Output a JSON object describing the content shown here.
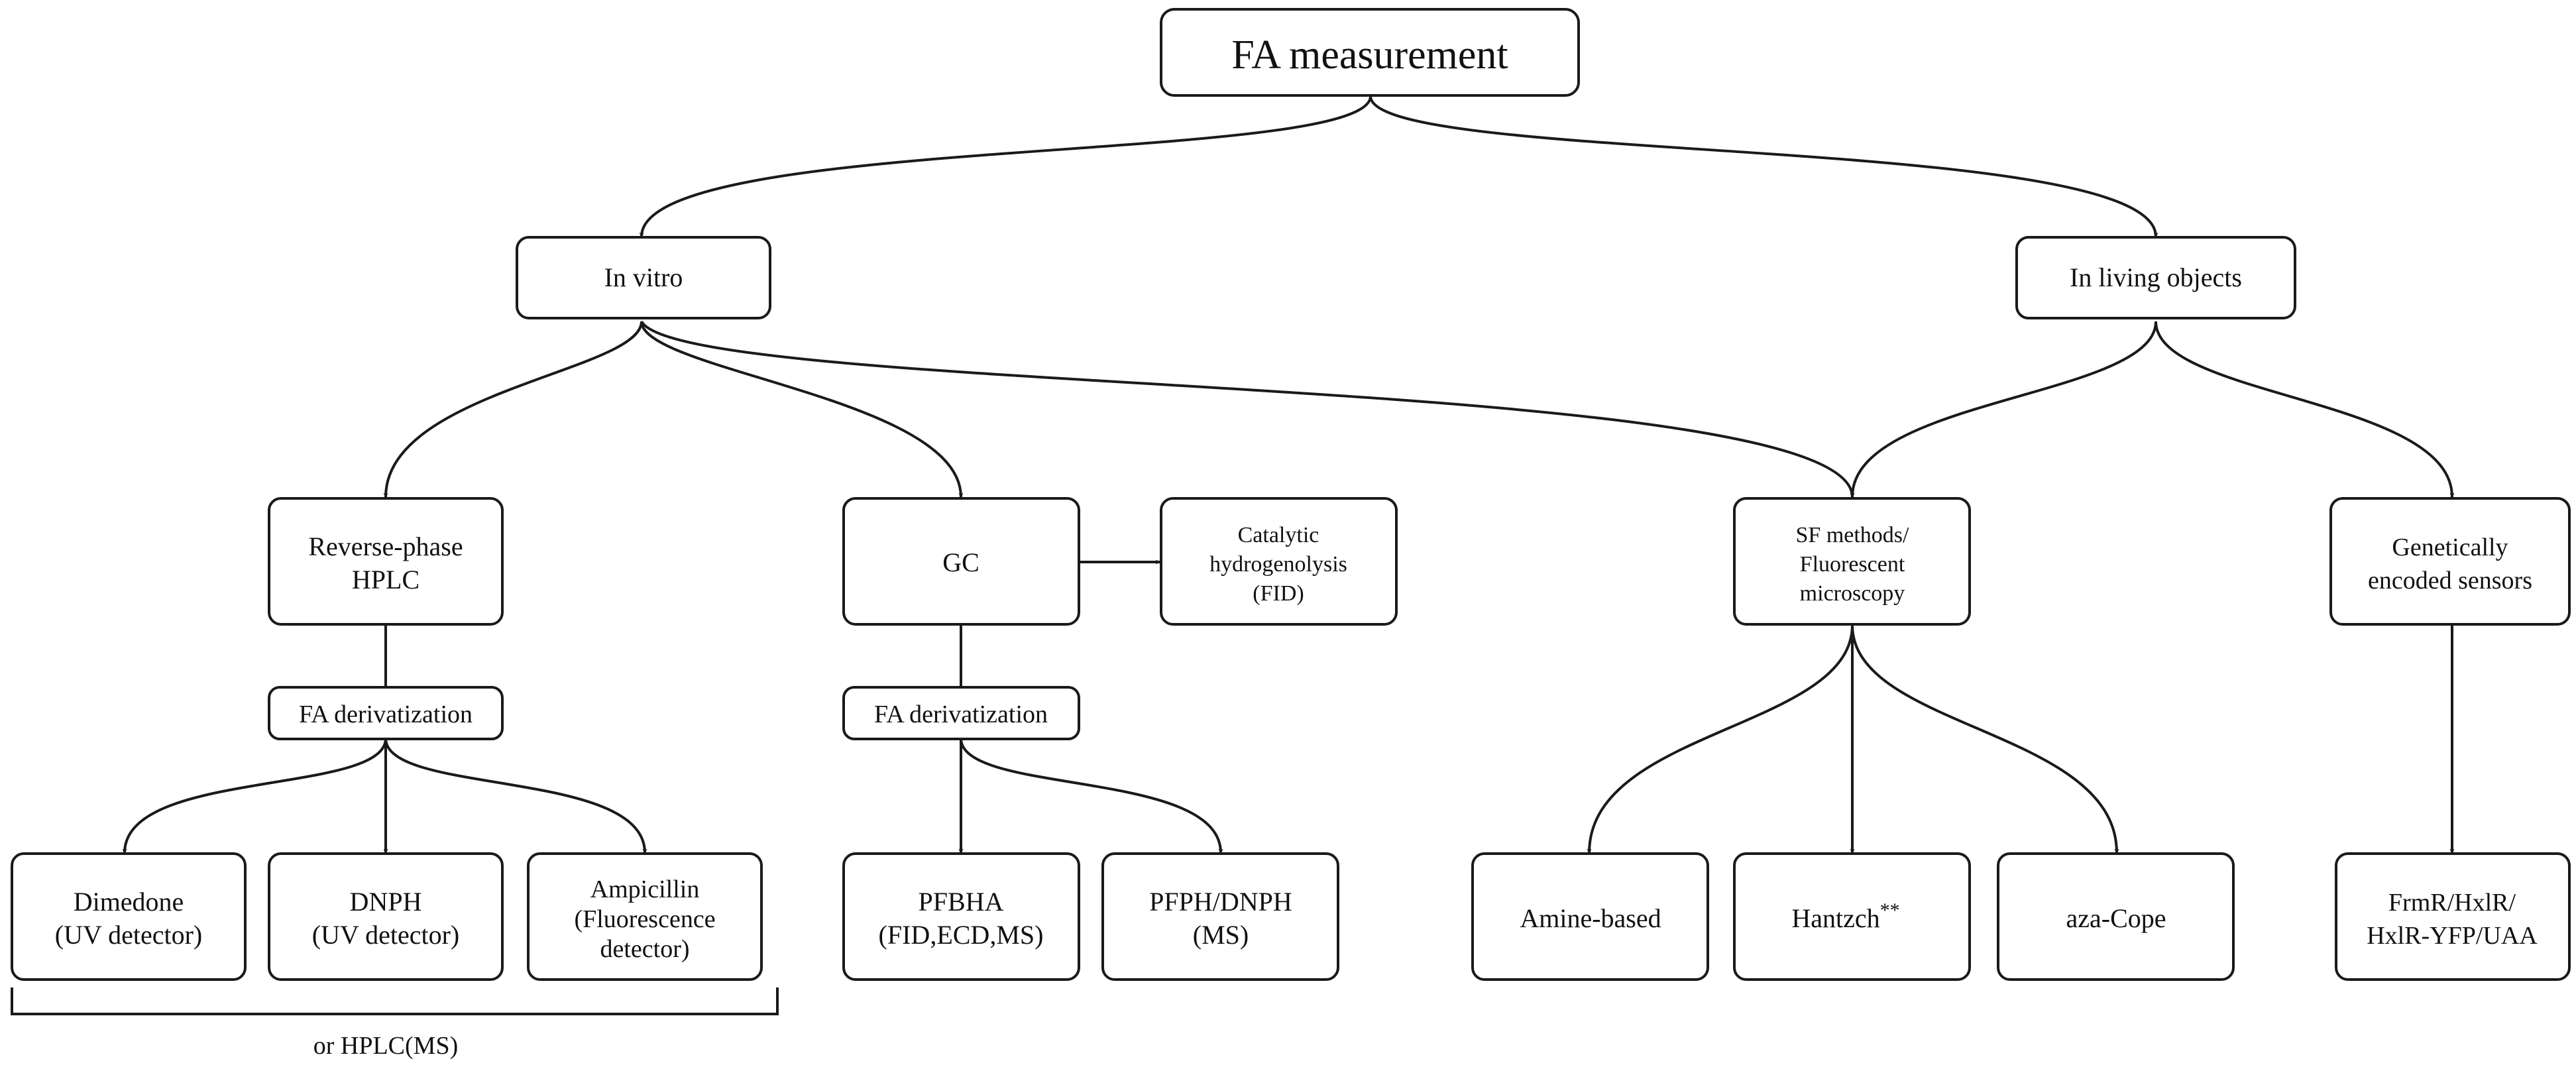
{
  "nodes": {
    "fa_measurement": "FA measurement",
    "in_vitro": "In vitro",
    "in_living": "In living objects",
    "rp_hplc": [
      "Reverse-phase",
      "HPLC"
    ],
    "gc": "GC",
    "catalytic": [
      "Catalytic",
      "hydrogenolysis",
      "(FID)"
    ],
    "sf_methods": [
      "SF methods/",
      "Fluorescent",
      "microscopy"
    ],
    "genetic": [
      "Genetically",
      "encoded sensors"
    ],
    "fa_deriv_hplc": "FA derivatization",
    "fa_deriv_gc": "FA derivatization",
    "dimedone": [
      "Dimedone",
      "(UV detector)"
    ],
    "dnph": [
      "DNPH",
      "(UV detector)"
    ],
    "ampicillin": [
      "Ampicillin",
      "(Fluorescence",
      "detector)"
    ],
    "pfbha": [
      "PFBHA",
      "(FID,ECD,MS)"
    ],
    "pfph": [
      "PFPH/DNPH",
      "(MS)"
    ],
    "amine": "Amine-based",
    "hantzch": "Hantzch",
    "hantzch_mark": "**",
    "aza_cope": "aza-Cope",
    "frmr": [
      "FrmR/HxlR/",
      "HxlR-YFP/UAA"
    ]
  },
  "bracket_label": "or HPLC(MS)",
  "colors": {
    "line": "#1a1a1a",
    "text": "#111111",
    "background": "#ffffff"
  }
}
